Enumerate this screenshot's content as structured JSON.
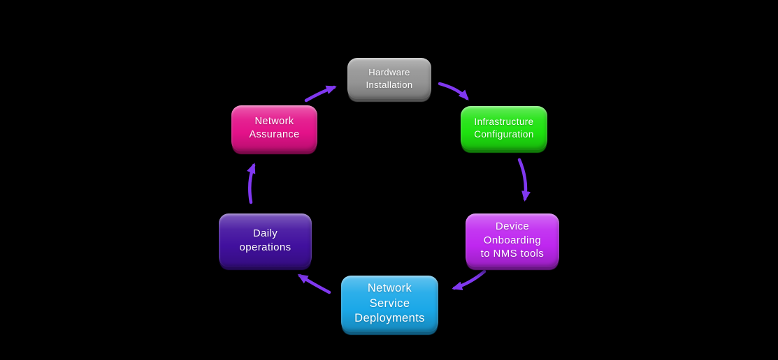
{
  "diagram": {
    "background_color": "#000000",
    "arrow_color": "#8038F0",
    "text_color": "#FFFFFF",
    "nodes": [
      {
        "id": "hardware-installation",
        "label": "Hardware\nInstallation",
        "color": "#949494"
      },
      {
        "id": "infrastructure-configuration",
        "label": "Infrastructure\nConfiguration",
        "color": "#1EE20F"
      },
      {
        "id": "device-onboarding-to-nms-tools",
        "label": "Device\nOnboarding\nto NMS tools",
        "color": "#BF27F0"
      },
      {
        "id": "network-service-deployments",
        "label": "Network\nService\nDeployments",
        "color": "#1BA8E8"
      },
      {
        "id": "daily-operations",
        "label": "Daily\noperations",
        "color": "#41109E"
      },
      {
        "id": "network-assurance",
        "label": "Network\nAssurance",
        "color": "#E31189"
      }
    ],
    "edges": [
      {
        "from": "hardware-installation",
        "to": "infrastructure-configuration"
      },
      {
        "from": "infrastructure-configuration",
        "to": "device-onboarding-to-nms-tools"
      },
      {
        "from": "device-onboarding-to-nms-tools",
        "to": "network-service-deployments"
      },
      {
        "from": "network-service-deployments",
        "to": "daily-operations"
      },
      {
        "from": "daily-operations",
        "to": "network-assurance"
      },
      {
        "from": "network-assurance",
        "to": "hardware-installation"
      }
    ]
  }
}
